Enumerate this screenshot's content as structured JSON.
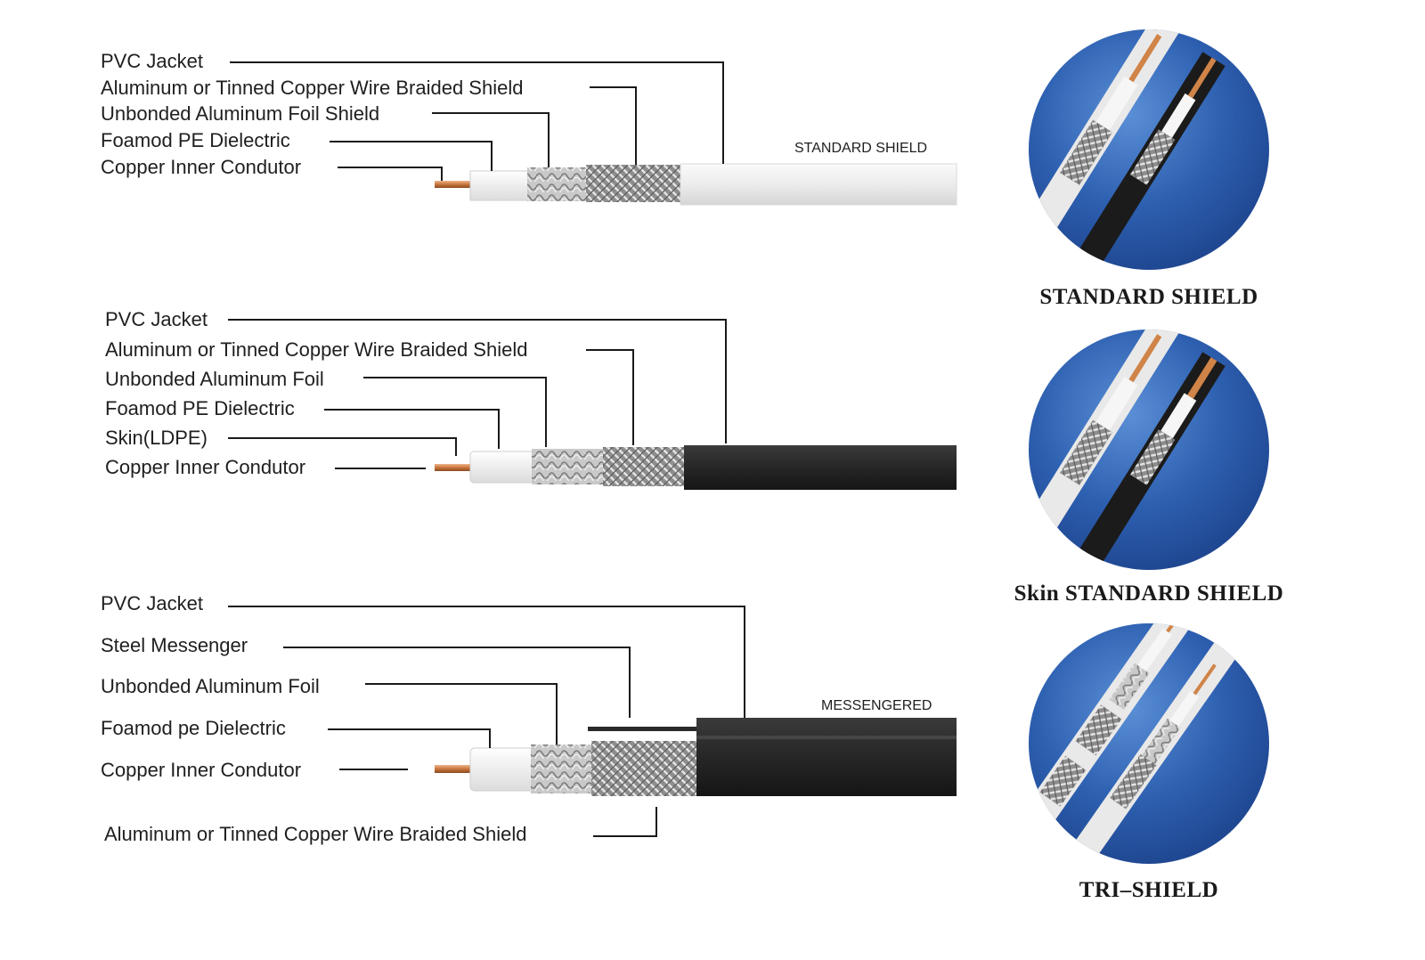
{
  "colors": {
    "jacket_white": "#f2f2f2",
    "jacket_black": "#2a2a2a",
    "copper": "#c8763e",
    "photo_blue": "#2d5fb0"
  },
  "diagrams": [
    {
      "tag": "STANDARD SHIELD",
      "labels": [
        "PVC Jacket",
        "Aluminum or Tinned Copper Wire Braided Shield",
        "Unbonded Aluminum Foil Shield",
        "Foamod PE Dielectric",
        "Copper Inner Condutor"
      ]
    },
    {
      "tag": "",
      "labels": [
        "PVC Jacket",
        "Aluminum or Tinned Copper Wire Braided Shield",
        "Unbonded Aluminum Foil",
        "Foamod PE Dielectric",
        "Skin(LDPE)",
        "Copper Inner Condutor"
      ]
    },
    {
      "tag": "MESSENGERED",
      "labels": [
        "PVC Jacket",
        "Steel Messenger",
        "Unbonded Aluminum Foil",
        "Foamod pe Dielectric",
        "Copper Inner Condutor",
        "Aluminum or Tinned Copper Wire Braided Shield"
      ]
    }
  ],
  "photos": [
    {
      "title": "STANDARD SHIELD",
      "icon": "coax-cable-photo"
    },
    {
      "title": "Skin STANDARD SHIELD",
      "icon": "coax-cable-photo"
    },
    {
      "title": "TRI–SHIELD",
      "icon": "coax-cable-photo"
    }
  ]
}
